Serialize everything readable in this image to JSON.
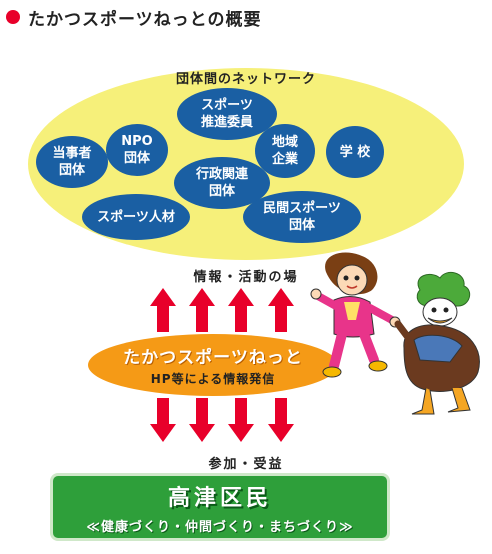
{
  "title": "たかつスポーツねっとの概要",
  "network": {
    "label": "団体間のネットワーク",
    "nodes": {
      "sports_promo": "スポーツ\n推進委員",
      "parties": "当事者\n団体",
      "npo": "NPO\n団体",
      "regional": "地域\n企業",
      "school": "学 校",
      "gov": "行政関連\n団体",
      "talent": "スポーツ人材",
      "private": "民間スポーツ\n団体"
    }
  },
  "info_label": "情報・活動の場",
  "hub": {
    "name": "たかつスポーツねっと",
    "subtitle": "HP等による情報発信"
  },
  "join_label": "参加・受益",
  "citizens": {
    "title": "高津区民",
    "subtitle": "≪健康づくり・仲間づくり・まちづくり≫"
  },
  "colors": {
    "accent_red": "#e8002a",
    "node_blue": "#1a5fa3",
    "ellipse_yellow": "#f6f07a",
    "hub_orange": "#f59a16",
    "citizens_green": "#2e9f3a"
  },
  "decor": {
    "title_bullet": "red-circle-icon",
    "characters": "mascot-girl-and-duck-illustration"
  }
}
